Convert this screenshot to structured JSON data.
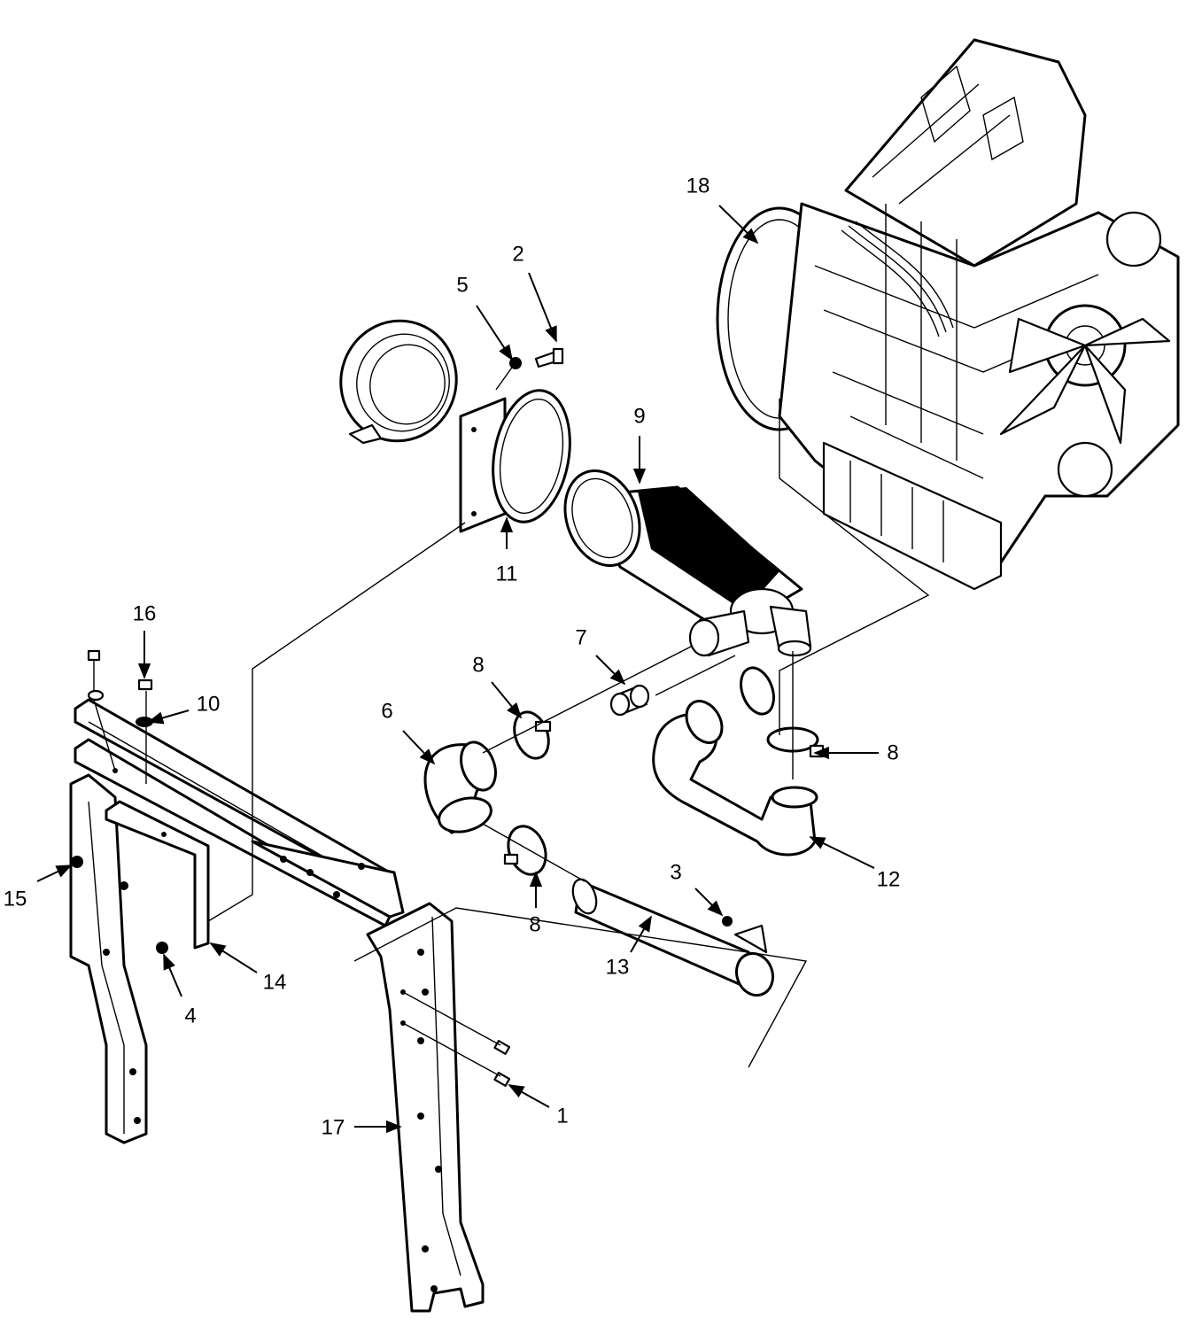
{
  "diagram": {
    "callouts": [
      {
        "id": "c1",
        "text": "1"
      },
      {
        "id": "c2",
        "text": "2"
      },
      {
        "id": "c3",
        "text": "3"
      },
      {
        "id": "c4",
        "text": "4"
      },
      {
        "id": "c5",
        "text": "5"
      },
      {
        "id": "c6",
        "text": "6"
      },
      {
        "id": "c7",
        "text": "7"
      },
      {
        "id": "c8a",
        "text": "8"
      },
      {
        "id": "c8b",
        "text": "8"
      },
      {
        "id": "c8c",
        "text": "8"
      },
      {
        "id": "c9",
        "text": "9"
      },
      {
        "id": "c10",
        "text": "10"
      },
      {
        "id": "c11",
        "text": "11"
      },
      {
        "id": "c12",
        "text": "12"
      },
      {
        "id": "c13",
        "text": "13"
      },
      {
        "id": "c14",
        "text": "14"
      },
      {
        "id": "c15",
        "text": "15"
      },
      {
        "id": "c16",
        "text": "16"
      },
      {
        "id": "c17",
        "text": "17"
      },
      {
        "id": "c18",
        "text": "18"
      }
    ]
  },
  "colors": {
    "line": "#000000",
    "background": "#ffffff"
  }
}
